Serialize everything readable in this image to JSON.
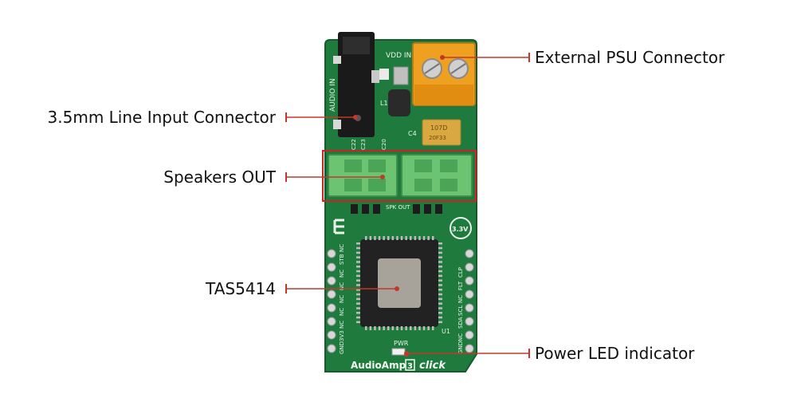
{
  "callouts": {
    "psu": "External PSU Connector",
    "line_input": "3.5mm Line Input Connector",
    "speakers": "Speakers OUT",
    "chip": "TAS5414",
    "pwr_led": "Power LED indicator"
  },
  "board": {
    "name": "AudioAmp",
    "number": "3",
    "suffix": "click",
    "vdd_label": "VDD IN",
    "audio_label": "AUDIO IN",
    "spk_label": "SPK OUT",
    "c4_label": "C4",
    "l1_label": "L1",
    "pwr_label": "PWR",
    "u1_label": "U1",
    "cap_marking_1": "107D",
    "cap_marking_2": "20F33",
    "voltage_badge": "3.3V",
    "c_labels": [
      "C22",
      "C23",
      "C20"
    ],
    "left_pins": [
      "NC",
      "STB",
      "NC",
      "NC",
      "NC",
      "NC",
      "NC",
      "3V3",
      "GND"
    ],
    "right_pins": [
      "CLP",
      "FLT",
      "NC",
      "SCL",
      "SDA",
      "NC",
      "GND"
    ]
  },
  "colors": {
    "pcb": "#1f7a3d",
    "terminal_orange": "#f0a020",
    "terminal_green": "#6cc472",
    "highlight_red": "#cc2222",
    "leader_red": "#c0392b"
  }
}
